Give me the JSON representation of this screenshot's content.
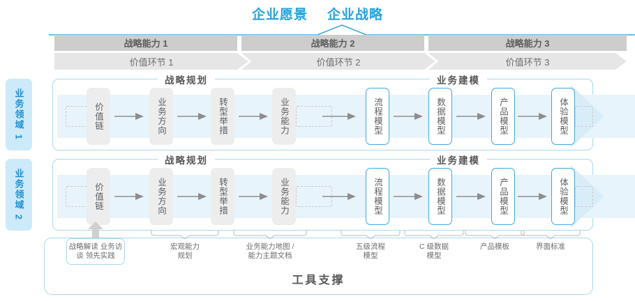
{
  "header": {
    "titles": [
      "企业愿景",
      "企业战略"
    ],
    "accent": "#23a3dd",
    "capabilities": [
      {
        "label": "战略能力 1"
      },
      {
        "label": "战略能力 2"
      },
      {
        "label": "战略能力 3"
      }
    ],
    "value_segments": [
      {
        "label": "价值环节 1"
      },
      {
        "label": "价值环节 2"
      },
      {
        "label": "价值环节 3"
      }
    ]
  },
  "domains": [
    {
      "tab_label": "业务领域 1",
      "sections": [
        {
          "caption": "战略规划"
        },
        {
          "caption": "业务建模"
        }
      ],
      "nodes": [
        {
          "label": "价值链",
          "style": "grey"
        },
        {
          "label": "业务方向",
          "style": "grey"
        },
        {
          "label": "转型举措",
          "style": "grey"
        },
        {
          "label": "业务能力",
          "style": "grey"
        },
        {
          "label": "流程模型",
          "style": "blue"
        },
        {
          "label": "数据模型",
          "style": "blue"
        },
        {
          "label": "产品模型",
          "style": "blue"
        },
        {
          "label": "体验模型",
          "style": "blue"
        }
      ]
    },
    {
      "tab_label": "业务领域 2",
      "sections": [
        {
          "caption": "战略规划"
        },
        {
          "caption": "业务建模"
        }
      ],
      "nodes": [
        {
          "label": "价值链",
          "style": "grey"
        },
        {
          "label": "业务方向",
          "style": "grey"
        },
        {
          "label": "转型举措",
          "style": "grey"
        },
        {
          "label": "业务能力",
          "style": "grey"
        },
        {
          "label": "流程模型",
          "style": "blue"
        },
        {
          "label": "数据模型",
          "style": "blue"
        },
        {
          "label": "产品模型",
          "style": "blue"
        },
        {
          "label": "体验模型",
          "style": "blue"
        }
      ]
    }
  ],
  "tools": {
    "title": "工具支撑",
    "chip": "战略解读\n业务访谈\n领先实践",
    "labels": [
      "宏观能力\n规划",
      "业务能力地图 /\n能力主题文档",
      "五级流程\n模型",
      "C 级数据\n模型",
      "产品模板",
      "界面标准"
    ]
  },
  "colors": {
    "accent_blue": "#23a3dd",
    "band_blue": "#e8f4fb",
    "tab_blue": "#cdeafa",
    "border_blue": "#a8d8ef",
    "node_blue_border": "#3ea7e0",
    "cap_bar_grey": "#cdcdcd",
    "value_bar_grey": "#e6e6e6"
  }
}
